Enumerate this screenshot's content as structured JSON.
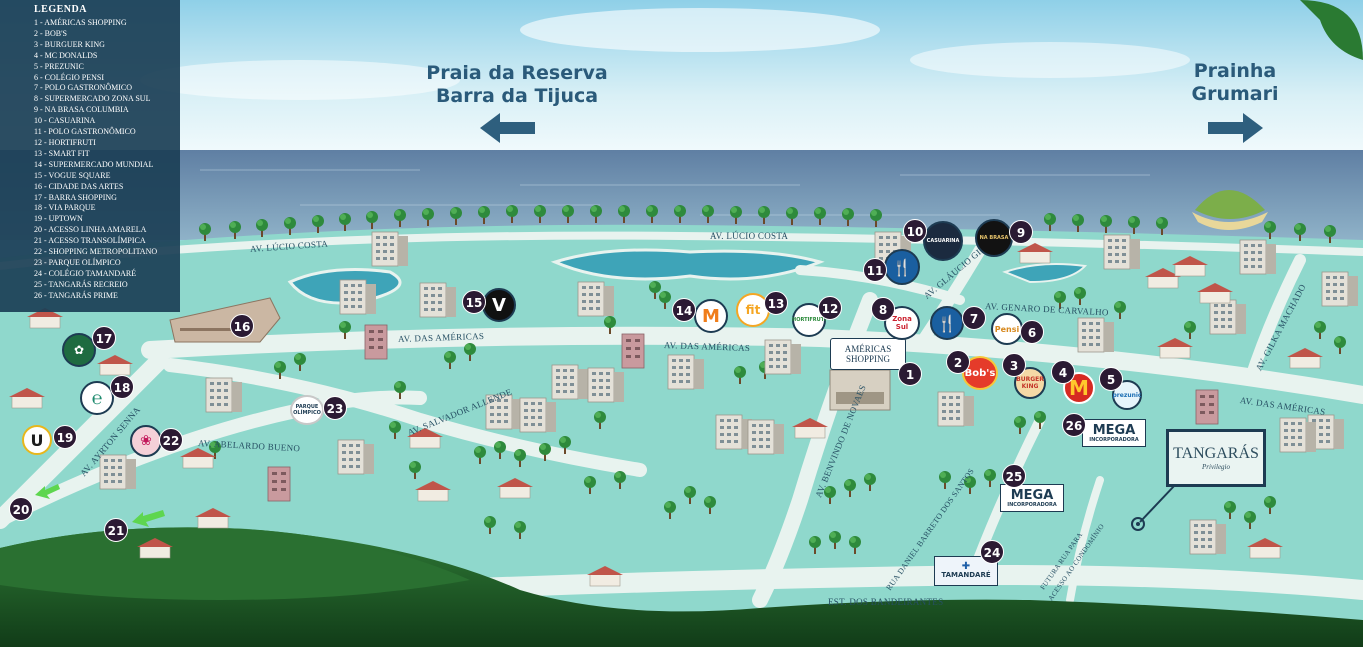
{
  "legend": {
    "title": "LEGENDA",
    "items": [
      "1 - AMÉRICAS SHOPPING",
      "2 - BOB'S",
      "3 - BURGUER KING",
      "4 - MC DONALDS",
      "5 - PREZUNIC",
      "6 - COLÉGIO PENSI",
      "7 - POLO GASTRONÔMICO",
      "8 - SUPERMERCADO ZONA SUL",
      "9 - NA BRASA COLUMBIA",
      "10 - CASUARINA",
      "11 - POLO GASTRONÔMICO",
      "12 - HORTIFRUTI",
      "13 - SMART FIT",
      "14 - SUPERMERCADO MUNDIAL",
      "15 - VOGUE SQUARE",
      "16 - CIDADE DAS ARTES",
      "17 - BARRA SHOPPING",
      "18 - VIA PARQUE",
      "19 - UPTOWN",
      "20 - ACESSO LINHA AMARELA",
      "21 - ACESSO TRANSOLÍMPICA",
      "22 - SHOPPING METROPOLITANO",
      "23 - PARQUE OLÍMPICO",
      "24 - COLÉGIO TAMANDARÉ",
      "25 - TANGARÁS RECREIO",
      "26 - TANGARÁS PRIME"
    ]
  },
  "destinations": {
    "left_line1": "Praia da Reserva",
    "left_line2": "Barra da Tijuca",
    "right_line1": "Prainha",
    "right_line2": "Grumari"
  },
  "streets": {
    "lucio_costa_1": "AV. LÚCIO COSTA",
    "lucio_costa_2": "AV. LÚCIO COSTA",
    "americas_1": "AV. DAS AMÉRICAS",
    "americas_2": "AV. DAS AMÉRICAS",
    "americas_3": "AV. DAS AMÉRICAS",
    "glaucio_gil": "AV. GLÁUCIO GIL",
    "genaro": "AV. GENARO DE CARVALHO",
    "gilka": "AV. GILKA MACHADO",
    "salvador": "AV. SALVADOR ALLENDE",
    "ayrton": "AV. AYRTON SENNA",
    "abelardo": "AV. ABELARDO BUENO",
    "benvindo": "AV. BENVINDO DE NOVAES",
    "daniel": "RUA DANIEL BARRETO DOS SANTOS",
    "futura_1": "FUTURA RUA PARA",
    "futura_2": "ACESSO AO CONDOMÍNIO",
    "bandeirantes": "EST. DOS BANDEIRANTES"
  },
  "brands": {
    "americas_shopping_1": "AMÉRICAS",
    "americas_shopping_2": "SHOPPING",
    "bobs": "Bob's",
    "bk": "BURGER KING",
    "mc": "M",
    "prezunic": "prezunic",
    "pensi": "Pensi",
    "zona_sul": "Zona Sul",
    "casuarina": "CASUARINA",
    "na_brasa": "NA BRASA",
    "hortifruti": "HORTIFRUTI",
    "smart_fit": "fit",
    "mundial": "M",
    "vogue": "V",
    "parque": "PARQUE OLÍMPICO",
    "uptown": "U",
    "mega_1": "MEGA",
    "mega_sub": "INCORPORADORA",
    "mega_2": "MEGA",
    "tamandare": "TAMANDARÉ",
    "tangaras": "TANGARÁS",
    "tangaras_sub": "Privilegio"
  },
  "pins": [
    "1",
    "2",
    "3",
    "4",
    "5",
    "6",
    "7",
    "8",
    "9",
    "10",
    "11",
    "12",
    "13",
    "14",
    "15",
    "16",
    "17",
    "18",
    "19",
    "20",
    "21",
    "22",
    "23",
    "24",
    "25",
    "26"
  ],
  "colors": {
    "legend_bg": "#1c3f56",
    "pin_bg": "#2b1a33",
    "sea": "#6e8fb0",
    "ground": "#8fd8cc",
    "road": "#e8f3ef",
    "hill": "#1f5a2a",
    "arrow": "#2e5f7e"
  }
}
